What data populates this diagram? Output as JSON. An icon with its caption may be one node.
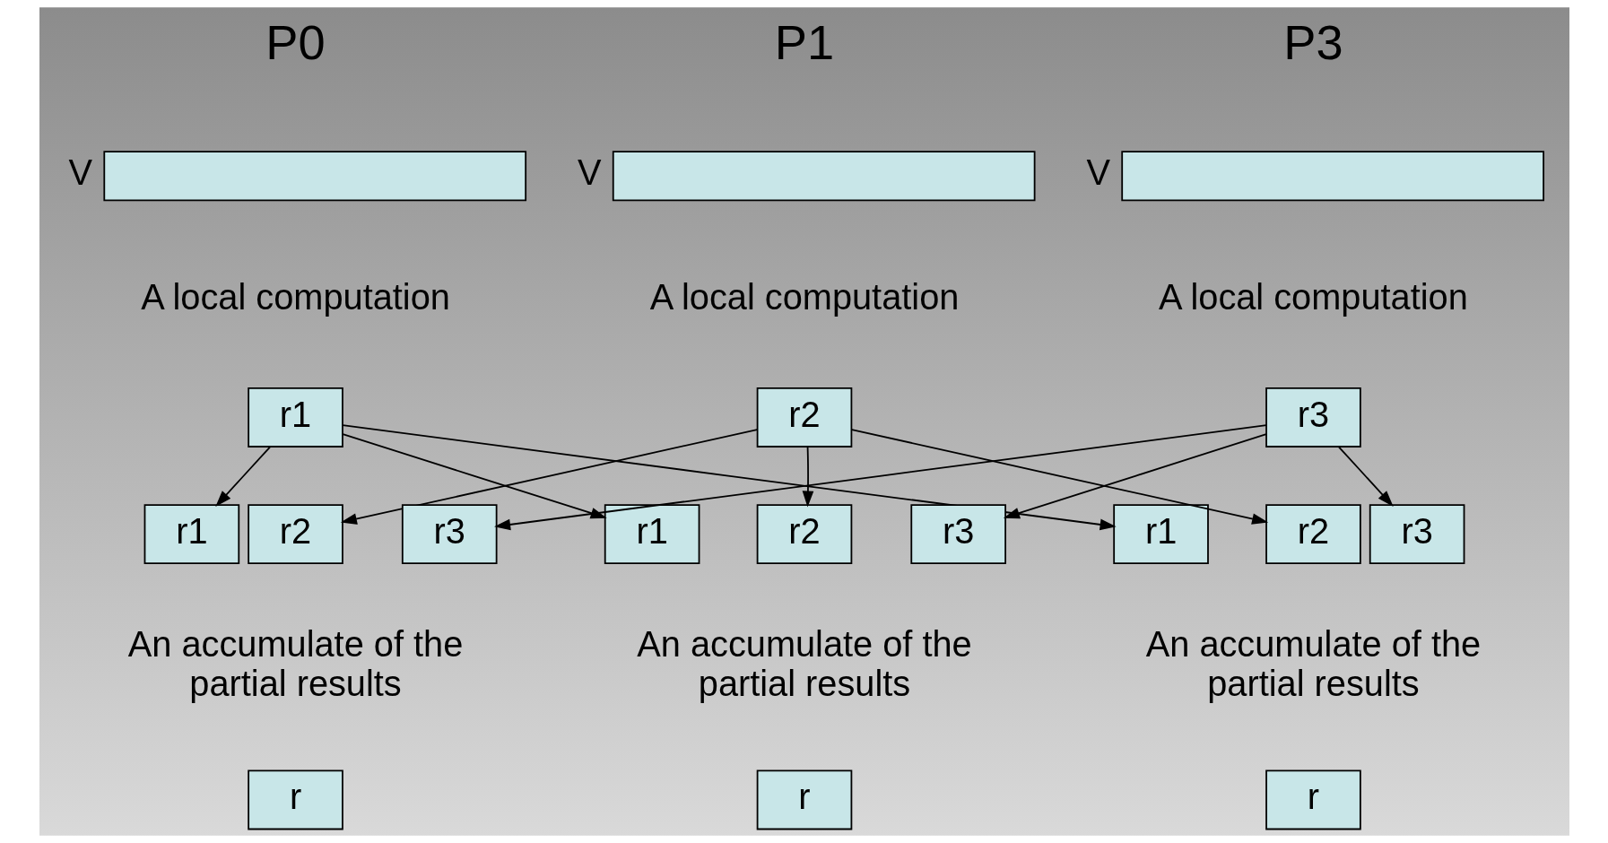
{
  "diagram": {
    "nodes": [
      {
        "text": [],
        "shape": "bar",
        "beside": [
          "V"
        ]
      },
      {
        "text": [],
        "shape": "bar",
        "beside": [
          "V"
        ]
      },
      {
        "text": [],
        "shape": "bar",
        "beside": [
          "V"
        ]
      },
      {
        "text": [
          "r1"
        ]
      },
      {
        "text": [
          "r2"
        ]
      },
      {
        "text": [
          "r3"
        ]
      },
      {
        "text": [
          "r1"
        ]
      },
      {
        "text": [
          "r2"
        ]
      },
      {
        "text": [
          "r3"
        ]
      },
      {
        "text": [
          "r1"
        ]
      },
      {
        "text": [
          "r2"
        ]
      },
      {
        "text": [
          "r3"
        ]
      },
      {
        "text": [
          "r1"
        ]
      },
      {
        "text": [
          "r2"
        ]
      },
      {
        "text": [
          "r3"
        ]
      },
      {
        "text": [
          "r"
        ]
      },
      {
        "text": [
          "r"
        ]
      },
      {
        "text": [
          "r"
        ]
      }
    ],
    "edges": [
      {
        "from": 3,
        "to": 6,
        "arrow": "to"
      },
      {
        "from": 3,
        "to": 9,
        "arrow": "to"
      },
      {
        "from": 3,
        "to": 12,
        "arrow": "to"
      },
      {
        "from": 4,
        "to": 7,
        "arrow": "to"
      },
      {
        "from": 4,
        "to": 10,
        "arrow": "to"
      },
      {
        "from": 4,
        "to": 13,
        "arrow": "to"
      },
      {
        "from": 5,
        "to": 8,
        "arrow": "to"
      },
      {
        "from": 5,
        "to": 11,
        "arrow": "to"
      },
      {
        "from": 5,
        "to": 14,
        "arrow": "to"
      }
    ],
    "labels": [
      "P0",
      "P1",
      "P3",
      "A local computation",
      "A local computation",
      "A local computation",
      "An accumulate of the partial results",
      "An accumulate of the partial results",
      "An accumulate of the partial results"
    ]
  }
}
